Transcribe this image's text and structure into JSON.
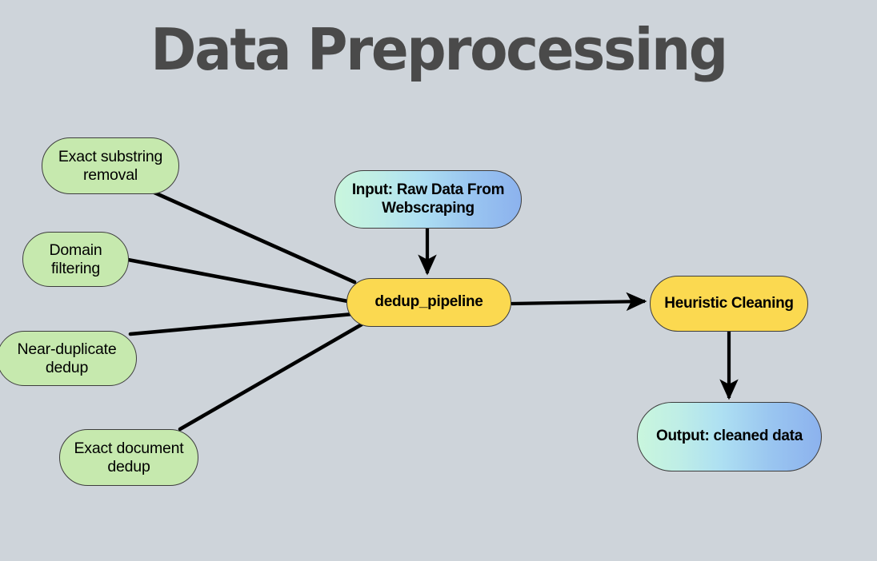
{
  "title": "Data Preprocessing",
  "colors": {
    "background": "#ced4da",
    "title_text": "#4a4a4a",
    "green_node": "#c6e9ae",
    "yellow_node": "#fbd950",
    "gradient_start": "#c9f6dd",
    "gradient_end": "#8cb2ee",
    "node_border": "#3d3d3d",
    "edge": "#000000"
  },
  "nodes": {
    "input": "Input: Raw Data From Webscraping",
    "dedup_pipeline": "dedup_pipeline",
    "heuristic_cleaning": "Heuristic Cleaning",
    "output": "Output: cleaned data",
    "exact_substring_removal": "Exact substring removal",
    "domain_filtering": "Domain filtering",
    "near_duplicate_dedup": "Near-duplicate dedup",
    "exact_document_dedup": "Exact document dedup"
  },
  "edges": [
    {
      "from": "input",
      "to": "dedup_pipeline",
      "arrow": true,
      "direction": "down"
    },
    {
      "from": "dedup_pipeline",
      "to": "heuristic_cleaning",
      "arrow": true,
      "direction": "right"
    },
    {
      "from": "heuristic_cleaning",
      "to": "output",
      "arrow": true,
      "direction": "down"
    },
    {
      "from": "exact_substring_removal",
      "to": "dedup_pipeline",
      "arrow": false
    },
    {
      "from": "domain_filtering",
      "to": "dedup_pipeline",
      "arrow": false
    },
    {
      "from": "near_duplicate_dedup",
      "to": "dedup_pipeline",
      "arrow": false
    },
    {
      "from": "exact_document_dedup",
      "to": "dedup_pipeline",
      "arrow": false
    }
  ]
}
